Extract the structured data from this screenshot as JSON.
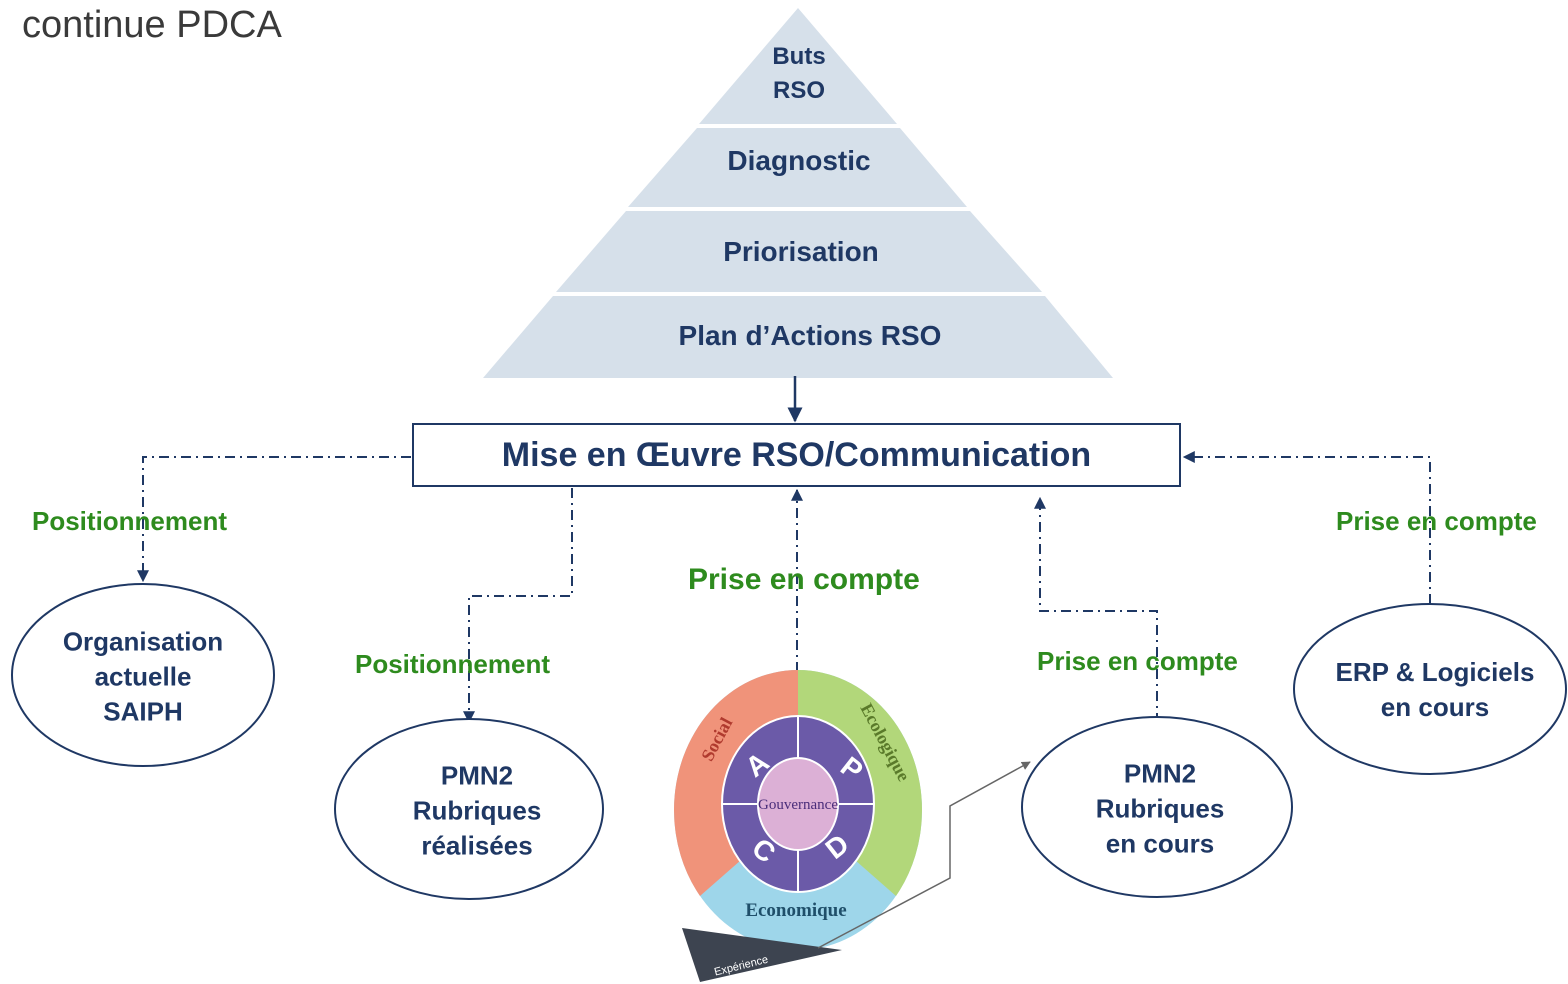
{
  "title": "continue PDCA",
  "pyramid": {
    "level1": "Buts",
    "level1b": "RSO",
    "level2": "Diagnostic",
    "level3": "Priorisation",
    "level4": "Plan d’Actions RSO"
  },
  "mise_en_oeuvre": "Mise en Œuvre RSO/Communication",
  "ellipses": {
    "organisation": [
      "Organisation",
      "actuelle",
      "SAIPH"
    ],
    "pmn2_done": [
      "PMN2",
      "Rubriques",
      "réalisées"
    ],
    "pmn2_progress": [
      "PMN2",
      "Rubriques",
      "en cours"
    ],
    "erp": [
      "ERP  & Logiciels",
      "en cours"
    ]
  },
  "arrow_labels": {
    "positionnement_left": "Positionnement",
    "positionnement_mid": "Positionnement",
    "prise_center": "Prise en compte",
    "prise_right_mid": "Prise en compte",
    "prise_right": "Prise en compte"
  },
  "wheel": {
    "social": "Social",
    "ecologique": "Ecologique",
    "economique": "Economique",
    "center": "Gouvernance",
    "quadrants": [
      "A",
      "P",
      "D",
      "C"
    ],
    "experience": "Expérience"
  },
  "colors": {
    "navy": "#1f3864",
    "green_label": "#2e8b1e",
    "pyramid_fill": "#d6e0ea",
    "social": "#f0937a",
    "ecologique": "#b2d77a",
    "economique": "#9ed6ea",
    "pdca": "#6b5aa8",
    "center": "#dcb0d6"
  }
}
